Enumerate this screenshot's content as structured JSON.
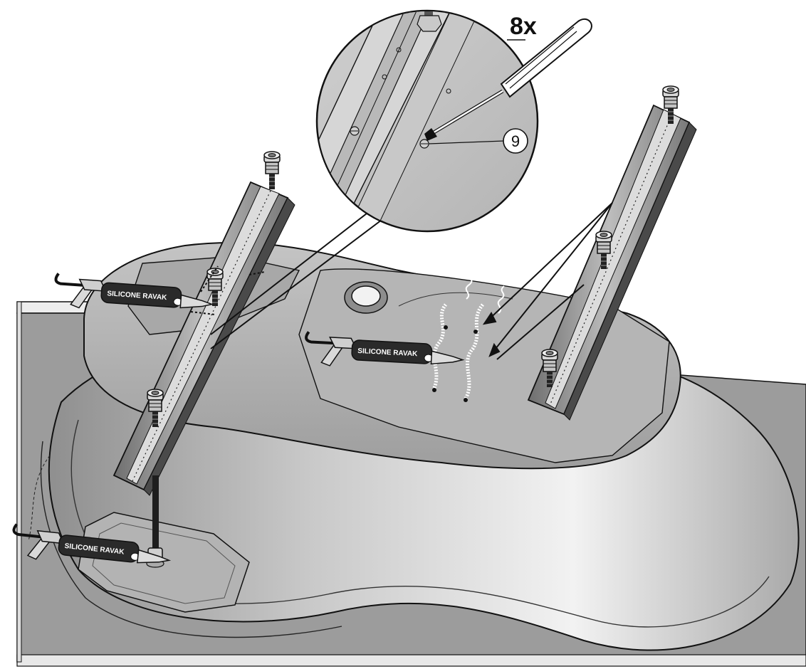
{
  "callout": {
    "quantity": "8x",
    "step_number": "9"
  },
  "sealant_guns": {
    "label": "SILICONE RAVAK"
  },
  "colors": {
    "tub_light": "#e6e6e6",
    "tub_mid": "#b9b9b9",
    "tub_dark": "#8f8f8f",
    "floor": "#9c9c9c",
    "outline": "#1a1a1a",
    "gun_handle": "#2a2a2a",
    "bead": "#ffffff"
  },
  "icons": [
    "screwdriver-icon",
    "sealant-gun-icon",
    "adjustable-foot-icon",
    "mounting-rail-icon",
    "magnifier-callout-icon"
  ]
}
